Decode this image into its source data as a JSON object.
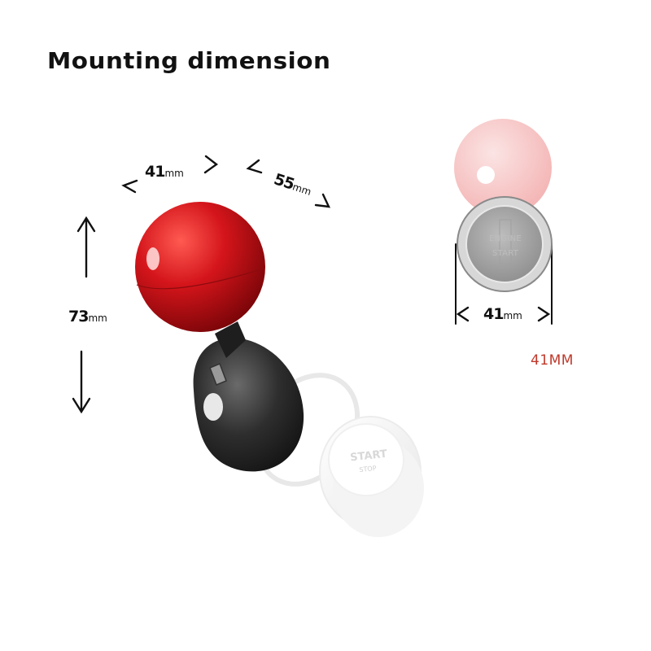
{
  "title": "Mounting dimension",
  "dimensions": {
    "knob_width": {
      "value": "41",
      "unit": "mm"
    },
    "knob_depth": {
      "value": "55",
      "unit": "mm"
    },
    "knob_height": {
      "value": "73",
      "unit": "mm"
    },
    "button_width": {
      "value": "41",
      "unit": "mm"
    },
    "button_label": "41MM"
  },
  "button_face": {
    "line1": "ENGINE",
    "line2": "START"
  },
  "cap_face": {
    "line1": "START",
    "line2": "STOP"
  },
  "colors": {
    "knob_red": "#d4151b",
    "knob_black": "#2e2e2e",
    "label_red": "#c0392b"
  }
}
